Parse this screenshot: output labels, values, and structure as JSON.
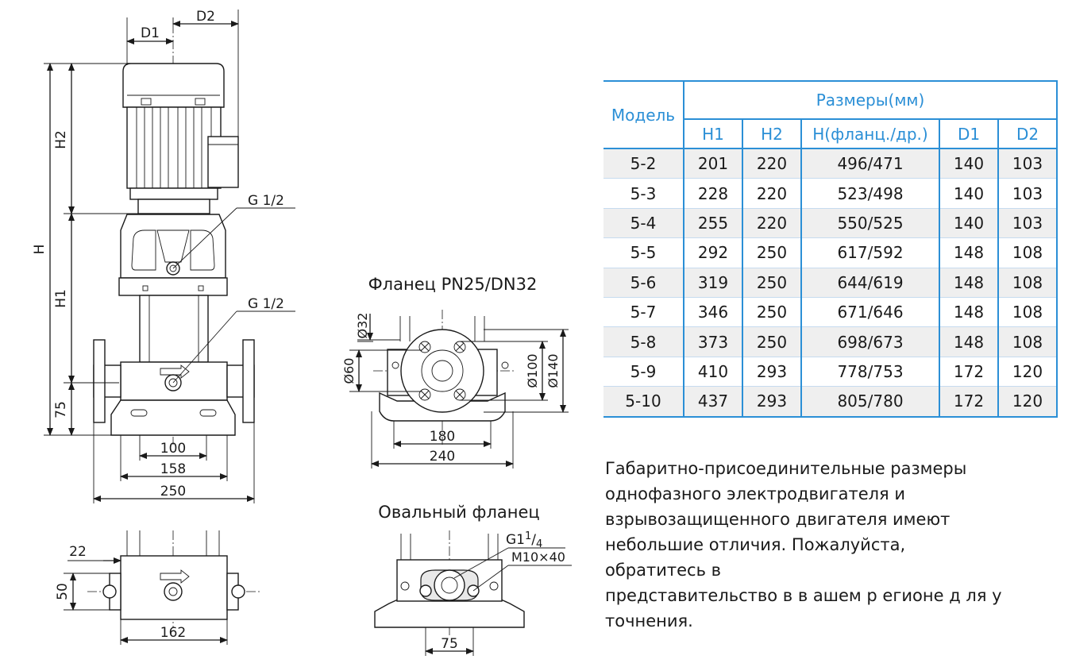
{
  "drawing_main": {
    "d1": "D1",
    "d2": "D2",
    "h": "H",
    "h1": "H1",
    "h2": "H2",
    "g_upper": "G 1/2",
    "g_lower": "G 1/2",
    "dim_75": "75",
    "dim_100": "100",
    "dim_158": "158",
    "dim_250": "250"
  },
  "drawing_base": {
    "dim_22": "22",
    "dim_50": "50",
    "dim_162": "162"
  },
  "flange_round": {
    "title": "Фланец PN25/DN32",
    "d32": "Ø32",
    "d60": "Ø60",
    "d100": "Ø100",
    "d140": "Ø140",
    "dim_180": "180",
    "dim_240": "240"
  },
  "flange_oval": {
    "title": "Овальный фланец",
    "thread_base": "G1",
    "thread_num": "1",
    "thread_den": "4",
    "bolt": "M10×40",
    "dim_75": "75"
  },
  "table": {
    "model_header": "Модель",
    "group_header": "Размеры(мм)",
    "columns": [
      "H1",
      "H2",
      "H(фланц./др.)",
      "D1",
      "D2"
    ],
    "rows": [
      [
        "5-2",
        "201",
        "220",
        "496/471",
        "140",
        "103"
      ],
      [
        "5-3",
        "228",
        "220",
        "523/498",
        "140",
        "103"
      ],
      [
        "5-4",
        "255",
        "220",
        "550/525",
        "140",
        "103"
      ],
      [
        "5-5",
        "292",
        "250",
        "617/592",
        "148",
        "108"
      ],
      [
        "5-6",
        "319",
        "250",
        "644/619",
        "148",
        "108"
      ],
      [
        "5-7",
        "346",
        "250",
        "671/646",
        "148",
        "108"
      ],
      [
        "5-8",
        "373",
        "250",
        "698/673",
        "148",
        "108"
      ],
      [
        "5-9",
        "410",
        "293",
        "778/753",
        "172",
        "120"
      ],
      [
        "5-10",
        "437",
        "293",
        "805/780",
        "172",
        "120"
      ]
    ]
  },
  "note": "Габаритно-присоединительные  размеры\nоднофазного  электродвигателя  и\nвзрывозащищенного  двигателя  имеют\nнебольшие  отличия.  Пожалуйста,\nобратитесь  в\nпредставительство в  в ашем р егионе д ля у\nточнения."
}
